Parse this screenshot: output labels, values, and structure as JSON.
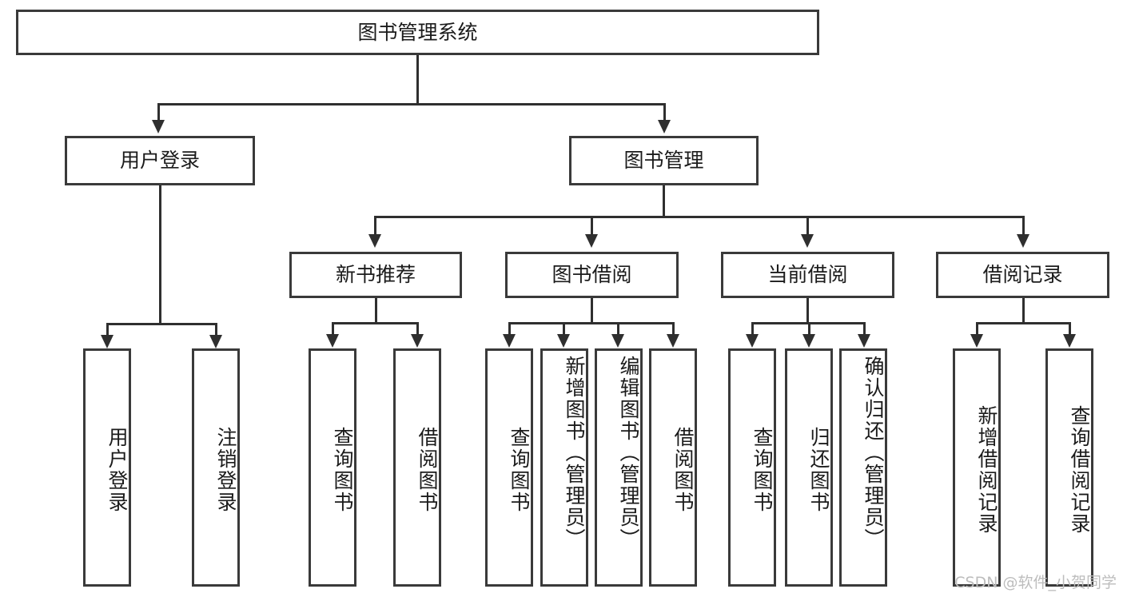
{
  "diagram": {
    "title": "图书管理系统",
    "type": "hierarchy-tree",
    "levels": 4
  },
  "root": {
    "label": "图书管理系统"
  },
  "branches": [
    {
      "label": "用户登录"
    },
    {
      "label": "图书管理"
    }
  ],
  "modules": [
    {
      "label": "新书推荐"
    },
    {
      "label": "图书借阅"
    },
    {
      "label": "当前借阅"
    },
    {
      "label": "借阅记录"
    }
  ],
  "leaves": {
    "user_login": [
      {
        "label": "用户登录"
      },
      {
        "label": "注销登录"
      }
    ],
    "new_book_recommend": [
      {
        "label": "查询图书"
      },
      {
        "label": "借阅图书"
      }
    ],
    "book_borrow": [
      {
        "label": "查询图书"
      },
      {
        "label": "新增图书（管理员）"
      },
      {
        "label": "编辑图书（管理员）"
      },
      {
        "label": "借阅图书"
      }
    ],
    "current_borrow": [
      {
        "label": "查询图书"
      },
      {
        "label": "归还图书"
      },
      {
        "label": "确认归还（管理员）"
      }
    ],
    "borrow_record": [
      {
        "label": "新增借阅记录"
      },
      {
        "label": "查询借阅记录"
      }
    ]
  },
  "watermark": {
    "text": "CSDN @软件_小贺同学"
  },
  "colors": {
    "border": "#3a3a3a",
    "line": "#2f2f2f",
    "text": "#1b1b1b",
    "background": "#ffffff",
    "watermark": "#bdbdbd"
  }
}
